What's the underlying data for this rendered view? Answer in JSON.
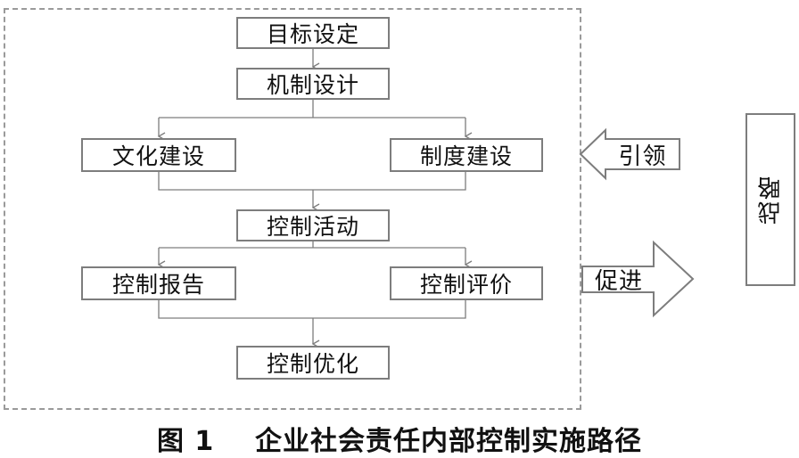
{
  "nodes": {
    "goal_setting": "目标设定",
    "mechanism_design": "机制设计",
    "culture_building": "文化建设",
    "system_building": "制度建设",
    "control_activities": "控制活动",
    "control_report": "控制报告",
    "control_evaluation": "控制评价",
    "control_optimization": "控制优化"
  },
  "arrows": {
    "lead": "引领",
    "promote": "促进"
  },
  "strategy": "战略",
  "caption": "图 1    企业社会责任内部控制实施路径",
  "colors": {
    "border": "#7d7d7d",
    "dashed_frame": "#9a9a9a",
    "text": "#111111"
  }
}
